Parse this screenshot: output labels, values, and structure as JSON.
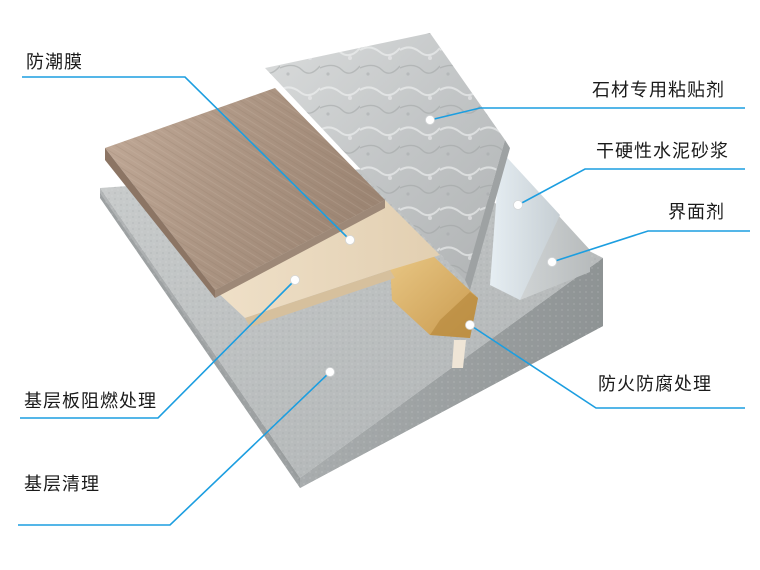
{
  "colors": {
    "leader": "#1c9ee0",
    "dot": "#ffffff",
    "text": "#1a1a1a"
  },
  "labels": {
    "moisture_film": "防潮膜",
    "stone_adhesive": "石材专用粘贴剂",
    "dry_mortar": "干硬性水泥砂浆",
    "interface_agent": "界面剂",
    "fire_retardant_base": "基层板阻燃处理",
    "fire_anticorrosion": "防火防腐处理",
    "base_cleaning": "基层清理"
  }
}
